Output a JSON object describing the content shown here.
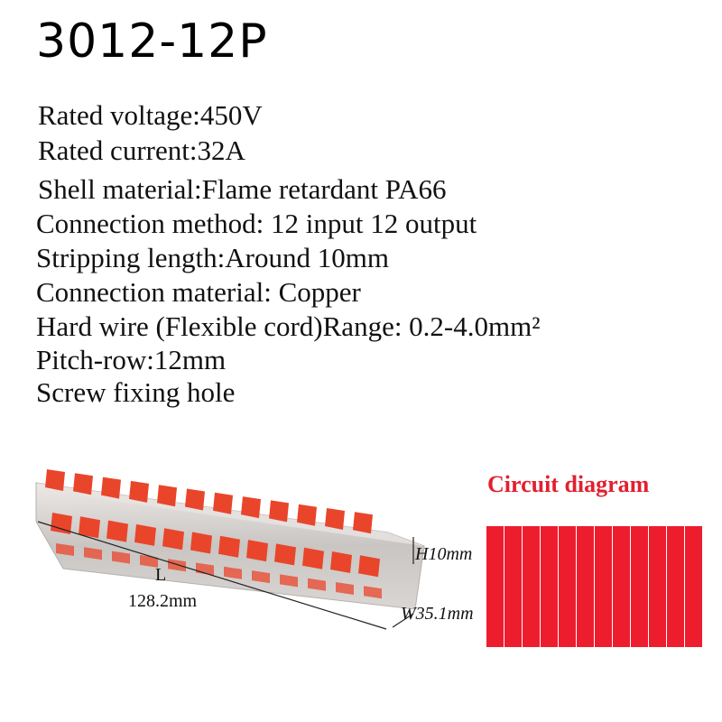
{
  "title": "3012-12P",
  "specs": [
    "Rated voltage:450V",
    "Rated current:32A",
    "Shell material:Flame retardant PA66",
    "Connection method: 12 input 12 output",
    "Stripping length:Around 10mm",
    "Connection material: Copper",
    "Hard wire (Flexible cord)Range: 0.2-4.0mm²",
    "Pitch-row:12mm",
    "Screw fixing hole"
  ],
  "dimensions": {
    "length_letter": "L",
    "length": "128.2mm",
    "height": "H10mm",
    "width": "W35.1mm"
  },
  "circuit": {
    "title": "Circuit diagram",
    "strips": 12
  },
  "colors": {
    "accent": "#e2202e",
    "lever": "#e9452b",
    "housing": "#d9d6d4"
  }
}
